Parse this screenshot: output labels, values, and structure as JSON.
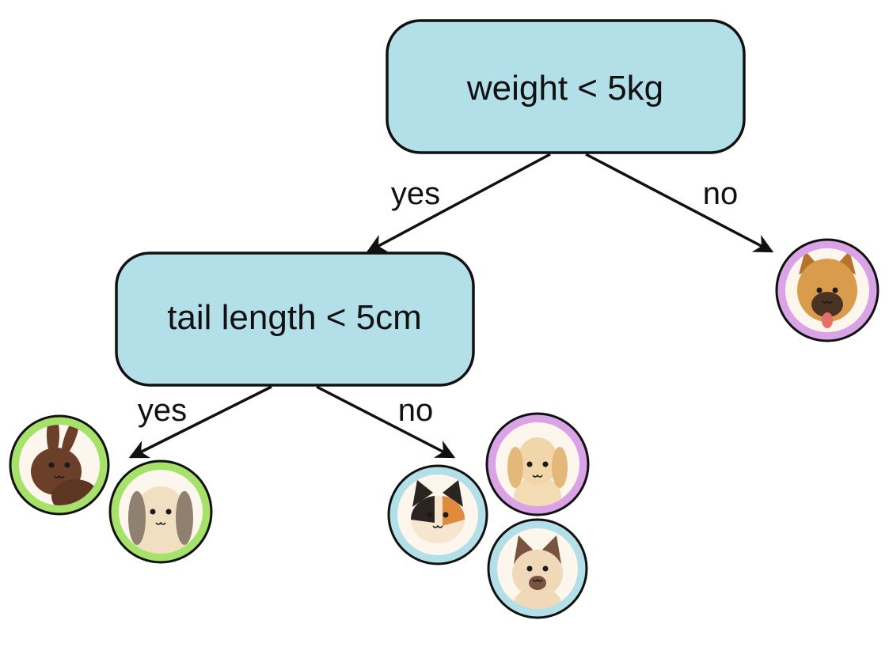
{
  "root": {
    "label": "weight < 5kg"
  },
  "child": {
    "label": "tail length < 5cm"
  },
  "edges": {
    "root_yes": "yes",
    "root_no": "no",
    "child_yes": "yes",
    "child_no": "no"
  },
  "colors": {
    "node_fill": "#b3dfe9",
    "rabbit_ring": "#a6e26a",
    "dog_ring": "#d9a3e6",
    "cat_ring": "#b3dfe9",
    "leaf_bg": "#fdf6ec"
  },
  "leaves": [
    {
      "animal": "rabbit-icon",
      "group": "yes-yes"
    },
    {
      "animal": "lop-rabbit-icon",
      "group": "yes-yes"
    },
    {
      "animal": "dog-icon",
      "group": "no"
    },
    {
      "animal": "puppy-icon",
      "group": "yes-no"
    },
    {
      "animal": "calico-cat-icon",
      "group": "yes-no"
    },
    {
      "animal": "siamese-cat-icon",
      "group": "yes-no"
    }
  ]
}
